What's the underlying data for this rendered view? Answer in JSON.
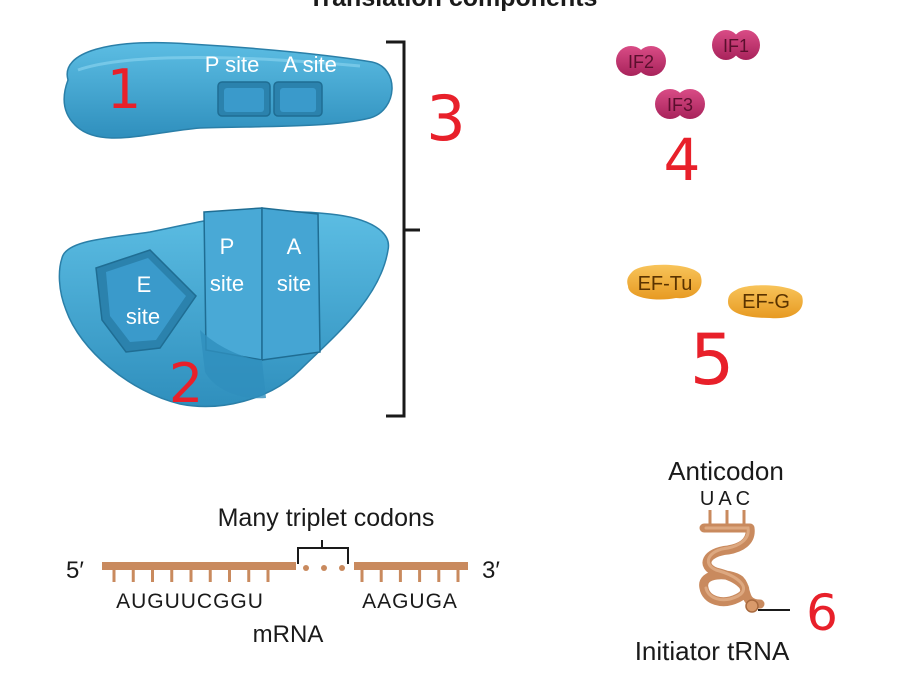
{
  "title": "Translation components",
  "small_subunit": {
    "p_site": "P site",
    "a_site": "A site"
  },
  "large_subunit": {
    "e_site": [
      "E",
      "site"
    ],
    "p_site": [
      "P",
      "site"
    ],
    "a_site": [
      "A",
      "site"
    ]
  },
  "handwritten_numbers": {
    "n1": "1",
    "n2": "2",
    "n3": "3",
    "n4": "4",
    "n5": "5",
    "n6": "6"
  },
  "initiation_factors": [
    "IF2",
    "IF1",
    "IF3"
  ],
  "elongation_factors": [
    "EF-Tu",
    "EF-G"
  ],
  "mrna": {
    "five_prime": "5′",
    "three_prime": "3′",
    "codons_label": "Many triplet codons",
    "left_sequence": "AUGUUCGGU",
    "right_sequence": "AAGUGA",
    "name": "mRNA"
  },
  "trna": {
    "anticodon_label": "Anticodon",
    "anticodon": "UAC",
    "name": "Initiator tRNA"
  },
  "colors": {
    "ribosome": "#3fa7d2",
    "ribosome_dark": "#2c86b3",
    "if_protein": "#c8336f",
    "ef_protein": "#f2a93b",
    "rna": "#c98a5e",
    "handwriting": "#e8202a"
  }
}
